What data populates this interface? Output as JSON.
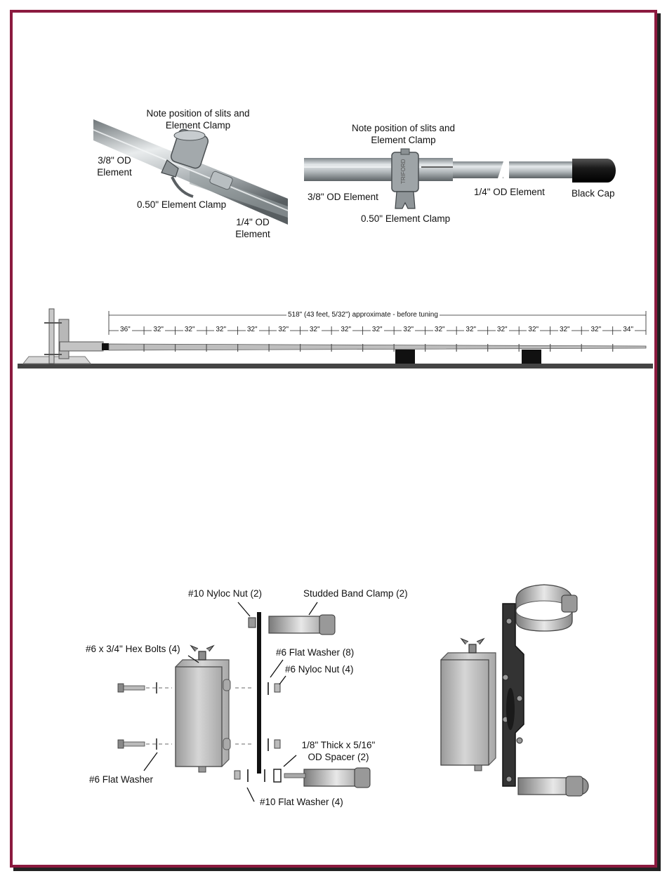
{
  "top_left": {
    "note": "Note position of slits and\nElement Clamp",
    "element_38": "3/8\" OD\nElement",
    "clamp": "0.50\" Element Clamp",
    "element_14": "1/4\" OD\nElement"
  },
  "top_right": {
    "note": "Note position of slits and\nElement Clamp",
    "element_38": "3/8\" OD Element",
    "clamp": "0.50\" Element Clamp",
    "element_14": "1/4\" OD Element",
    "cap": "Black Cap",
    "clamp_marking": "TRIFORD"
  },
  "dimensions": {
    "total": "518\"  (43 feet, 5/32\")  approximate - before tuning",
    "segments": [
      "36\"",
      "32\"",
      "32\"",
      "32\"",
      "32\"",
      "32\"",
      "32\"",
      "32\"",
      "32\"",
      "32\"",
      "32\"",
      "32\"",
      "32\"",
      "32\"",
      "32\"",
      "32\"",
      "34\""
    ]
  },
  "hardware": {
    "nyloc10": "#10 Nyloc Nut (2)",
    "band_clamp": "Studded Band Clamp (2)",
    "hex_bolts": "#6 x 3/4\" Hex Bolts (4)",
    "flat_washer6_8": "#6 Flat Washer (8)",
    "nyloc6": "#6 Nyloc Nut (4)",
    "spacer": "1/8\" Thick x 5/16\"\nOD Spacer (2)",
    "flat_washer6": "#6 Flat Washer",
    "flat_washer10": "#10 Flat Washer (4)"
  }
}
